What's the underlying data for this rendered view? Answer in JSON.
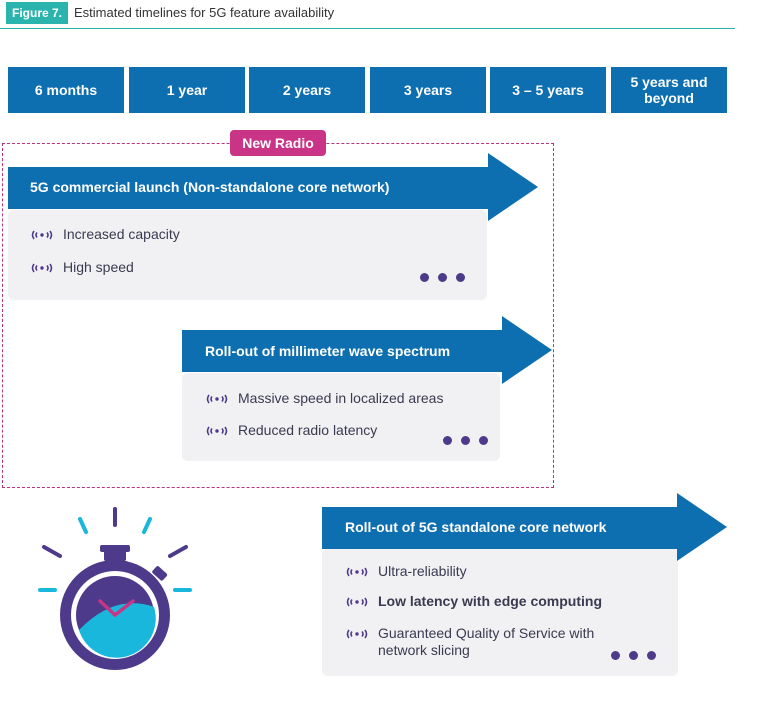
{
  "figure": {
    "label": "Figure 7.",
    "title": "Estimated timelines for 5G feature availability"
  },
  "timeline": [
    {
      "label": "6 months"
    },
    {
      "label": "1 year"
    },
    {
      "label": "2 years"
    },
    {
      "label": "3 years"
    },
    {
      "label": "3 – 5 years"
    },
    {
      "label": "5 years and beyond"
    }
  ],
  "new_radio_label": "New Radio",
  "phases": [
    {
      "title": "5G commercial launch (Non-standalone core network)",
      "features": [
        {
          "text": "Increased capacity"
        },
        {
          "text": "High speed"
        }
      ]
    },
    {
      "title": "Roll-out of millimeter wave spectrum",
      "features": [
        {
          "text": "Massive speed in localized areas"
        },
        {
          "text": "Reduced radio latency"
        }
      ]
    },
    {
      "title": "Roll-out of 5G standalone core network",
      "features": [
        {
          "text": "Ultra-reliability"
        },
        {
          "text": "Low latency with edge computing"
        },
        {
          "text": "Guaranteed Quality of Service with network slicing"
        }
      ]
    }
  ],
  "colors": {
    "teal": "#2bb3ad",
    "blue": "#0e6fb0",
    "magenta": "#c93487",
    "purple": "#4d3a8a",
    "panel": "#f1f1f4",
    "watch_cyan": "#1ab7dd"
  },
  "icons": {
    "feature_icon": "signal-waves-icon",
    "more_icon": "ellipsis-icon",
    "illustration": "stopwatch-icon"
  }
}
